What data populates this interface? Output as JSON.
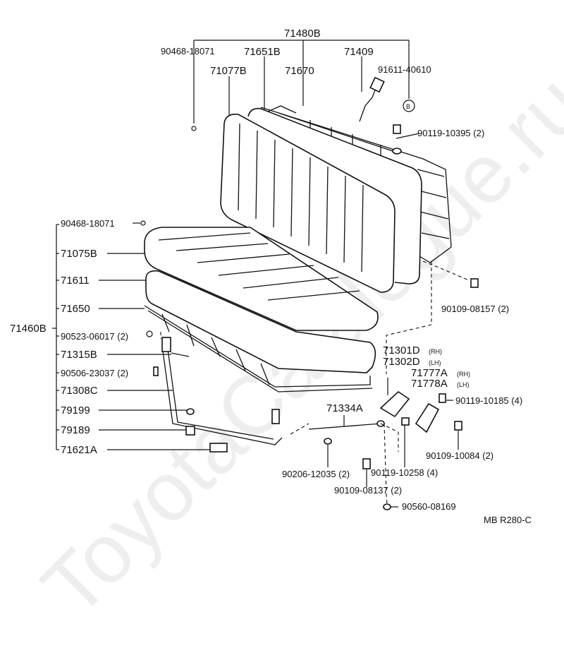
{
  "watermark": "ToyotaCatalogue.ru",
  "ref_code": "MB R280-C",
  "labels": {
    "l71480B": "71480B",
    "l90468a": "90468-18071",
    "l71651B": "71651B",
    "l71409": "71409",
    "l71077B": "71077B",
    "l71670": "71670",
    "l91611": "91611-40610",
    "circleB": "B",
    "l90119_10395": "90119-10395 (2)",
    "l90468b": "90468-18071",
    "l71075B": "71075B",
    "l71611": "71611",
    "l71650": "71650",
    "l71460B": "71460B",
    "l90523": "90523-06017 (2)",
    "l71315B": "71315B",
    "l90506": "90506-23037 (2)",
    "l71308C": "71308C",
    "l79199": "79199",
    "l79189": "79189",
    "l71621A": "71621A",
    "l90109_08157": "90109-08157 (2)",
    "l71301D": "71301D",
    "l71301D_sfx": "(RH)",
    "l71302D": "71302D",
    "l71302D_sfx": "(LH)",
    "l71777A": "71777A",
    "l71777A_sfx": "(RH)",
    "l71778A": "71778A",
    "l71778A_sfx": "(LH)",
    "l90119_10185": "90119-10185 (4)",
    "l71334A": "71334A",
    "l90109_10084": "90109-10084 (2)",
    "l90206": "90206-12035 (2)",
    "l90119_10258": "90119-10258 (4)",
    "l90109_08137": "90109-08137 (2)",
    "l90560": "90560-08169"
  }
}
